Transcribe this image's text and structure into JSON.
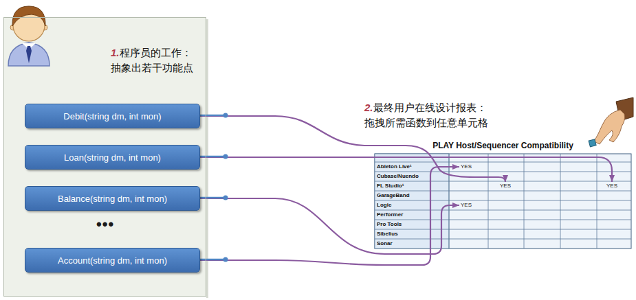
{
  "diagram": {
    "nodes": [
      {
        "text": [
          "1.",
          "程序员的工作： 抽象出若干功能点"
        ]
      },
      {
        "text": [
          "Debit(string dm, int mon)"
        ],
        "in": 0
      },
      {
        "text": [
          "Loan(string dm, int mon)"
        ],
        "in": 0
      },
      {
        "text": [
          "Balance(string dm, int mon)"
        ],
        "in": 0
      },
      {
        "text": [
          "Account(string dm, int mon)"
        ],
        "in": 0
      },
      {
        "text": [
          "PLAY Host/Sequencer Compatibility"
        ]
      },
      {
        "text": [
          "YES"
        ],
        "in": 5
      },
      {
        "text": [
          "YES"
        ],
        "in": 5
      },
      {
        "text": [
          "YES"
        ],
        "in": 5
      },
      {
        "text": [
          "YES"
        ],
        "in": 5
      }
    ],
    "edges": [
      {
        "from": 1,
        "to": 7,
        "arrow": "to"
      },
      {
        "from": 2,
        "to": 8,
        "arrow": "to"
      },
      {
        "from": 3,
        "to": 9,
        "arrow": "to"
      },
      {
        "from": 4,
        "to": 6,
        "arrow": "to"
      }
    ],
    "labels": [
      "2.",
      "最终用户在线设计报表： 拖拽所需函数到任意单元格",
      "•••",
      "Ableton Live¹",
      "Cubase/Nuendo",
      "FL Studio¹",
      "GarageBand",
      "Logic",
      "Performer",
      "Pro Tools",
      "Sibelius",
      "Sonar"
    ]
  }
}
